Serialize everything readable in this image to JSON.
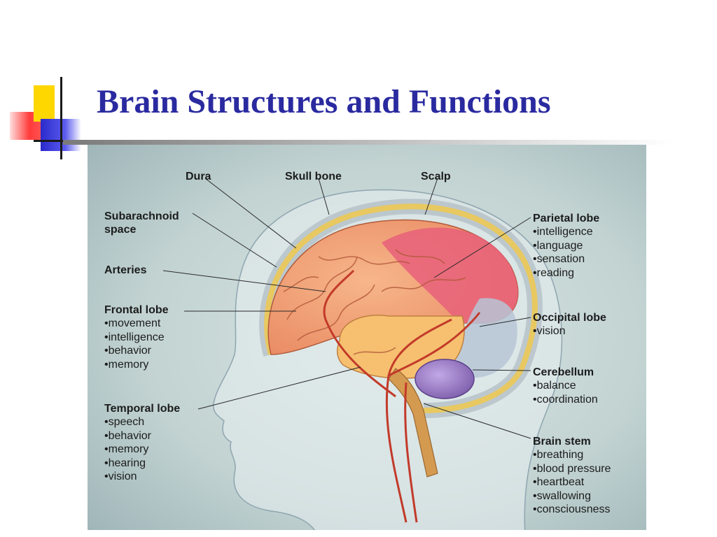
{
  "slide": {
    "title": "Brain Structures and Functions"
  },
  "labels": {
    "dura": {
      "title": "Dura"
    },
    "skull_bone": {
      "title": "Skull bone"
    },
    "scalp": {
      "title": "Scalp"
    },
    "subarachnoid": {
      "title_line1": "Subarachnoid",
      "title_line2": "space"
    },
    "arteries": {
      "title": "Arteries"
    },
    "frontal_lobe": {
      "title": "Frontal lobe",
      "items": [
        "movement",
        "intelligence",
        "behavior",
        "memory"
      ]
    },
    "temporal_lobe": {
      "title": "Temporal lobe",
      "items": [
        "speech",
        "behavior",
        "memory",
        "hearing",
        "vision"
      ]
    },
    "parietal_lobe": {
      "title": "Parietal lobe",
      "items": [
        "intelligence",
        "language",
        "sensation",
        "reading"
      ]
    },
    "occipital_lobe": {
      "title": "Occipital lobe",
      "items": [
        "vision"
      ]
    },
    "cerebellum": {
      "title": "Cerebellum",
      "items": [
        "balance",
        "coordination"
      ]
    },
    "brain_stem": {
      "title": "Brain stem",
      "items": [
        "breathing",
        "blood pressure",
        "heartbeat",
        "swallowing",
        "consciousness"
      ]
    }
  },
  "colors": {
    "title": "#2a2aa0",
    "cerebrum": "#f2a07a",
    "parietal": "#e8607a",
    "temporal": "#f6c070",
    "cerebellum": "#9a80c8",
    "brain_stem": "#d49a50",
    "skull": "#e8c860"
  }
}
